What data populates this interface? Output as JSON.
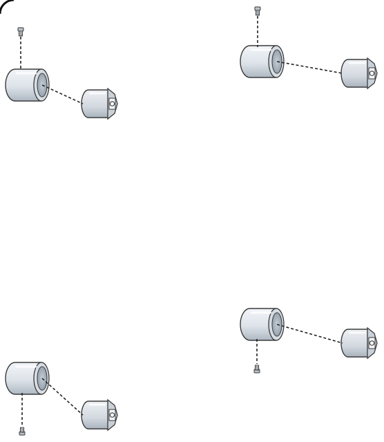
{
  "diagram": {
    "kind": "exploded-assembly",
    "colors": {
      "background": "#ffffff",
      "outline": "#3a3a3a",
      "dash": "#222222",
      "sleeve_light": "#f2f5f8",
      "sleeve_mid": "#d6dde4",
      "sleeve_dark": "#aeb8c2",
      "bore": "#9aa6b2",
      "cap_light": "#eef1f4",
      "cap_mid": "#c9d0d8",
      "screw": "#b8c0c8"
    },
    "assemblies": [
      {
        "id": "top-left",
        "screw_side": "top"
      },
      {
        "id": "top-right",
        "screw_side": "top"
      },
      {
        "id": "bottom-left",
        "screw_side": "bottom"
      },
      {
        "id": "bottom-right",
        "screw_side": "bottom"
      }
    ]
  }
}
